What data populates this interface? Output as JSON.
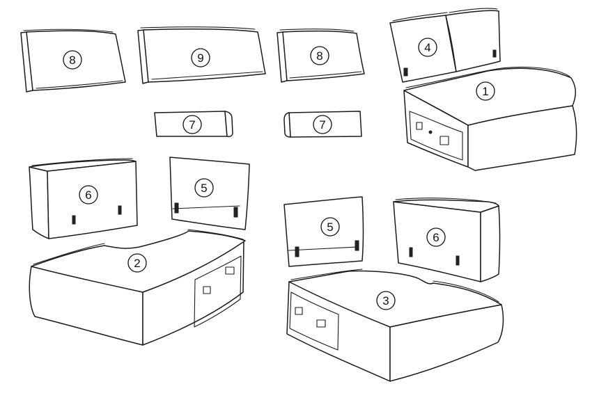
{
  "colors": {
    "line": "#1a1a1a",
    "fill": "#ffffff",
    "background": "#ffffff"
  },
  "parts": [
    {
      "id": "corner-seat",
      "label": "1"
    },
    {
      "id": "left-seat",
      "label": "2"
    },
    {
      "id": "right-seat",
      "label": "3"
    },
    {
      "id": "corner-backrest",
      "label": "4"
    },
    {
      "id": "backrest-panel-left",
      "label": "5"
    },
    {
      "id": "backrest-panel-right",
      "label": "5"
    },
    {
      "id": "back-cushion-left",
      "label": "6"
    },
    {
      "id": "back-cushion-right",
      "label": "6"
    },
    {
      "id": "armrest-left",
      "label": "7"
    },
    {
      "id": "armrest-right",
      "label": "7"
    },
    {
      "id": "pillow-left",
      "label": "8"
    },
    {
      "id": "pillow-right",
      "label": "8"
    },
    {
      "id": "pillow-center",
      "label": "9"
    }
  ]
}
